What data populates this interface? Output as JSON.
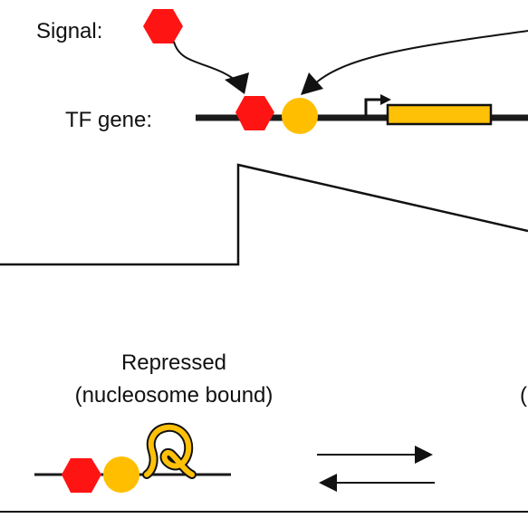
{
  "labels": {
    "signal": "Signal:",
    "tf_gene": "TF gene:",
    "repressed_line1": "Repressed",
    "repressed_line2": "(nucleosome bound)",
    "cutoff_paren": "("
  },
  "colors": {
    "signal_hexagon": "#ff1414",
    "tf_circle": "#ffbf00",
    "gene_box": "#ffc107",
    "line": "#1a1a1a"
  },
  "icons": {
    "signal": "red-hexagon",
    "tf": "orange-circle",
    "promoter": "bent-arrow",
    "nucleosome": "coiled-dna-loop"
  }
}
